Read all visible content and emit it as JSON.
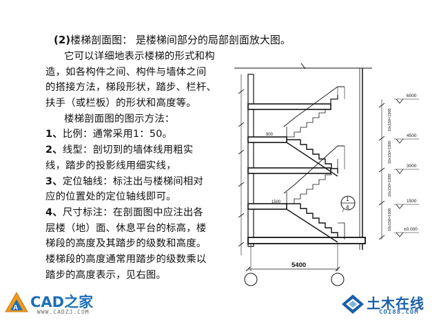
{
  "heading": {
    "number": "(2)",
    "text": "楼梯剖面图： 是楼梯间部分的局部剖面放大图。"
  },
  "body_lines": [
    "它可以详细地表示楼梯的形式和构",
    "造，如各构件之间、构件与墙体之间",
    "的搭接方法，梯段形状，踏步、栏杆、",
    "扶手（或栏板）的形状和高度等。",
    "楼梯剖面图的图示方法："
  ],
  "items": [
    {
      "num": "1、",
      "lines": [
        "比例：通常采用1：50。"
      ]
    },
    {
      "num": "2、",
      "lines": [
        "线型：剖切到的墙体线用粗实",
        "线，踏步的投影线用细实线，"
      ]
    },
    {
      "num": "3、",
      "lines": [
        "定位轴线：标注出与楼梯间相对",
        "应的位置处的定位轴线即可。"
      ]
    },
    {
      "num": "4、",
      "lines": [
        "尺寸标注：在剖面图中应注出各",
        "层楼（地）面、休息平台的标高，楼",
        "梯段的高度及其踏步的级数和高度。",
        "楼梯段的高度通常用踏步的级数乘以",
        "踏步的高度表示，见右图。"
      ]
    }
  ],
  "drawing": {
    "width_dim": "5400",
    "elevations": [
      "6000",
      "4500",
      "3000",
      "1500",
      "±0.000"
    ],
    "step_dims": [
      "10x150=1500",
      "10x150=1500",
      "10x150=1500",
      "10x150=1500"
    ],
    "landing_dims": [
      "900",
      "1500"
    ],
    "detail_callout": {
      "top": "1",
      "bottom": "4"
    }
  },
  "logos": {
    "cad_name": "CAD之家",
    "cad_url": "WWW.CADZJ.COM",
    "tm_name": "土木在线",
    "tm_url": "COI88.COM"
  },
  "colors": {
    "cad_blue": "#1d6fb8",
    "cad_orange": "#f29a1e",
    "tm_blue": "#1b5fa8"
  }
}
